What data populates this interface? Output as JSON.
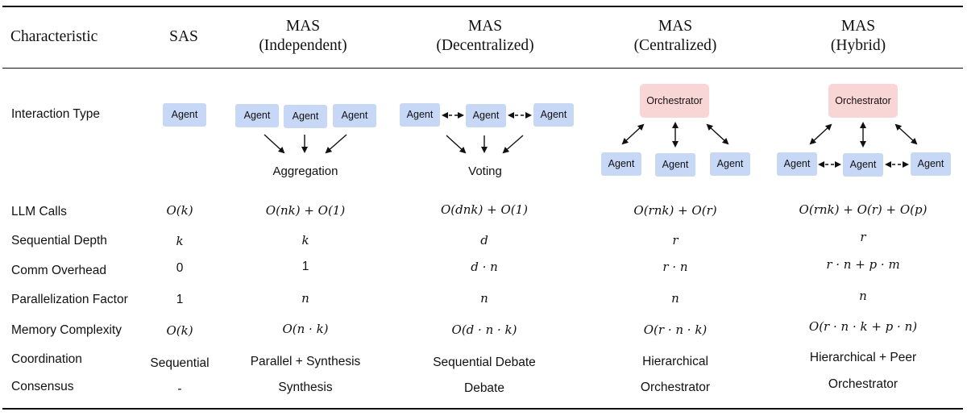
{
  "headers": {
    "characteristic": "Characteristic",
    "sas": "SAS",
    "independent": [
      "MAS",
      "(Independent)"
    ],
    "decentralized": [
      "MAS",
      "(Decentralized)"
    ],
    "centralized": [
      "MAS",
      "(Centralized)"
    ],
    "hybrid": [
      "MAS",
      "(Hybrid)"
    ]
  },
  "row_labels": {
    "interaction_type": "Interaction Type",
    "llm_calls": "LLM Calls",
    "sequential_depth": "Sequential Depth",
    "comm_overhead": "Comm Overhead",
    "parallelization_factor": "Parallelization Factor",
    "memory_complexity": "Memory Complexity",
    "coordination": "Coordination",
    "consensus": "Consensus"
  },
  "diagram": {
    "agent": "Agent",
    "orchestrator": "Orchestrator",
    "aggregation": "Aggregation",
    "voting": "Voting"
  },
  "rows": {
    "llm_calls": [
      "O(k)",
      "O(nk) + O(1)",
      "O(dnk) + O(1)",
      "O(rnk) + O(r)",
      "O(rnk) + O(r) + O(p)"
    ],
    "sequential_depth": [
      "k",
      "k",
      "d",
      "r",
      "r"
    ],
    "comm_overhead": [
      "0",
      "1",
      "d · n",
      "r · n",
      "r · n + p · m"
    ],
    "parallelization_factor": [
      "1",
      "n",
      "n",
      "n",
      "n"
    ],
    "memory_complexity": [
      "O(k)",
      "O(n · k)",
      "O(d · n · k)",
      "O(r · n · k)",
      "O(r · n · k + p · n)"
    ],
    "coordination": [
      "Sequential",
      "Parallel + Synthesis",
      "Sequential Debate",
      "Hierarchical",
      "Hierarchical + Peer"
    ],
    "consensus": [
      "-",
      "Synthesis",
      "Debate",
      "Orchestrator",
      "Orchestrator"
    ]
  },
  "colors": {
    "agent_box": "#c7d8f6",
    "orchestrator_box": "#f9d6d6",
    "rules": "#111111"
  }
}
